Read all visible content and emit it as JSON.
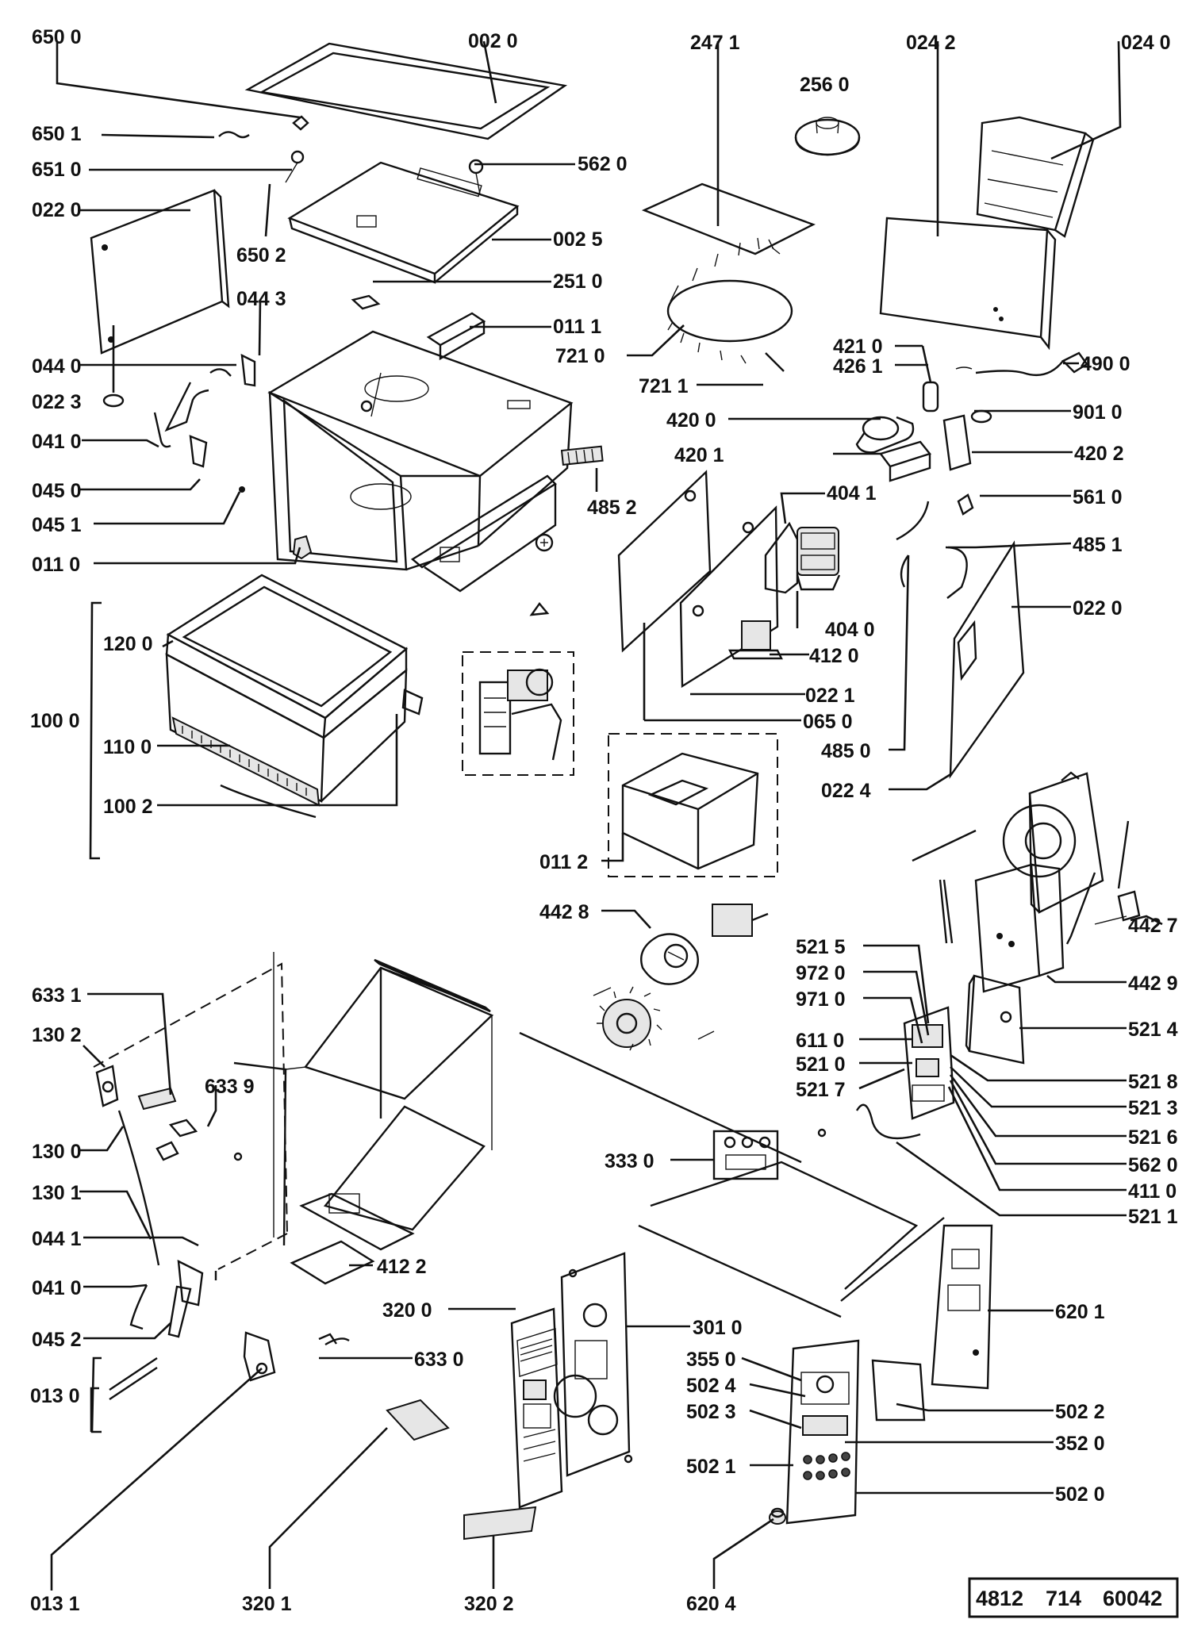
{
  "labels": {
    "l6500": "650 0",
    "l0020": "002 0",
    "l2471": "247 1",
    "l0242": "024 2",
    "l0240": "024 0",
    "l2560": "256 0",
    "l6501": "650 1",
    "l6510": "651 0",
    "l5620a": "562 0",
    "l0220a": "022 0",
    "l0025": "002 5",
    "l6502": "650 2",
    "l2510": "251 0",
    "l0443": "044 3",
    "l0111": "011 1",
    "l7210": "721 0",
    "l4210": "421 0",
    "l4261": "426 1",
    "l4900": "490 0",
    "l0440": "044 0",
    "l0223": "022 3",
    "l7211": "721 1",
    "l4200": "420 0",
    "l9010": "901 0",
    "l0410a": "041 0",
    "l4201": "420 1",
    "l4202": "420 2",
    "l0450": "045 0",
    "l4852": "485 2",
    "l4041": "404 1",
    "l5610": "561 0",
    "l0451": "045 1",
    "l4851": "485 1",
    "l0110": "011 0",
    "l0220b": "022 0",
    "l4040": "404 0",
    "l1200": "120 0",
    "l4120": "412 0",
    "l0221": "022 1",
    "l1000": "100 0",
    "l0650": "065 0",
    "l1100": "110 0",
    "l4850": "485 0",
    "l0224": "022 4",
    "l1002": "100 2",
    "l0112": "011 2",
    "l4428": "442 8",
    "l4427": "442 7",
    "l4429": "442 9",
    "l5215": "521 5",
    "l9720": "972 0",
    "l9710": "971 0",
    "l5214": "521 4",
    "l6331": "633 1",
    "l1302": "130 2",
    "l6110": "611 0",
    "l5210": "521 0",
    "l5218": "521 8",
    "l5217": "521 7",
    "l5213": "521 3",
    "l6339": "633 9",
    "l5216": "521 6",
    "l1300": "130 0",
    "l3330": "333 0",
    "l5620b": "562 0",
    "l4110": "411 0",
    "l1301": "130 1",
    "l5211": "521 1",
    "l0441": "044 1",
    "l4122": "412 2",
    "l0410b": "041 0",
    "l3200": "320 0",
    "l3010": "301 0",
    "l6201": "620 1",
    "l0452": "045 2",
    "l6330": "633 0",
    "l3550": "355 0",
    "l5024": "502 4",
    "l5022": "502 2",
    "l0130": "013 0",
    "l5023": "502 3",
    "l3520": "352 0",
    "l5021": "502 1",
    "l5020": "502 0",
    "l0131": "013 1",
    "l3201": "320 1",
    "l3202": "320 2",
    "l6204": "620 4"
  },
  "document_number": {
    "part1": "4812",
    "part2": "714",
    "part3": "60042"
  }
}
